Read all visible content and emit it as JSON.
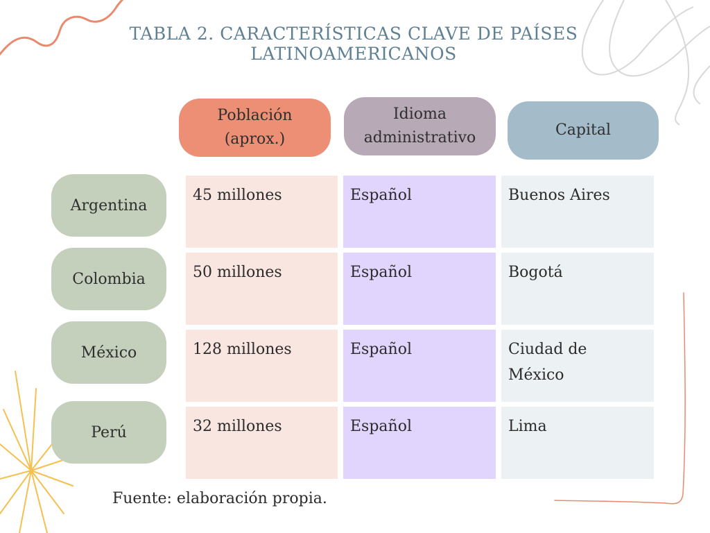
{
  "title": {
    "line1": "TABLA 2. CARACTERÍSTICAS CLAVE DE PAÍSES",
    "line2": "LATINOAMERICANOS"
  },
  "table": {
    "headers": {
      "population": "Población\n(aprox.)",
      "language": "Idioma\nadministrativo",
      "capital": "Capital"
    },
    "rows": [
      {
        "country": "Argentina",
        "population": "45 millones",
        "language": "Español",
        "capital": "Buenos Aires"
      },
      {
        "country": "Colombia",
        "population": "50 millones",
        "language": "Español",
        "capital": "Bogotá"
      },
      {
        "country": "México",
        "population": "128 millones",
        "language": "Español",
        "capital": "Ciudad de\nMéxico"
      },
      {
        "country": "Perú",
        "population": "32 millones",
        "language": "Español",
        "capital": "Lima"
      }
    ]
  },
  "source": "Fuente: elaboración propia.",
  "colors": {
    "title": "#5f7f93",
    "header_population": "#ec8f74",
    "header_language": "#b7a9b6",
    "header_capital": "#a4bcca",
    "row_label": "#c4cfbc",
    "cell_population": "#f9e6e1",
    "cell_language": "#e2d5fd",
    "cell_capital": "#ecf1f4",
    "deco_orange": "#e98a6e",
    "deco_yellow": "#f4c04f"
  }
}
